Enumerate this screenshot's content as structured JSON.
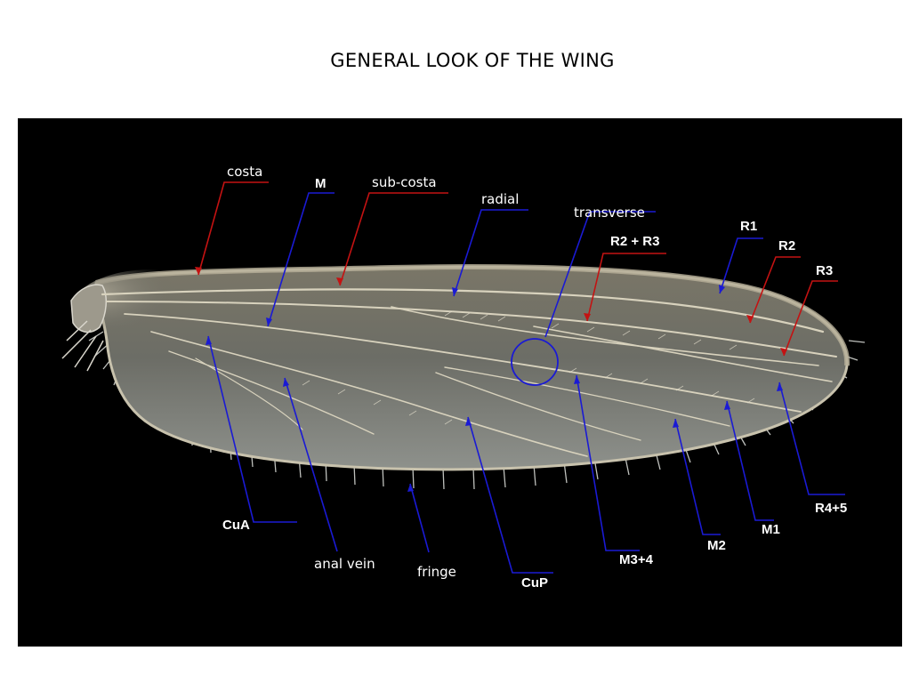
{
  "title": "GENERAL LOOK OF THE WING",
  "colors": {
    "background": "#ffffff",
    "figure_background": "#000000",
    "red_leader": "#c41212",
    "blue_leader": "#1a1ad4",
    "label_text": "#ffffff"
  },
  "labels": {
    "costa": "costa",
    "M": "M",
    "sub_costa": "sub-costa",
    "radial": "radial",
    "transverse": "transverse",
    "R2_R3": "R2 + R3",
    "R1": "R1",
    "R2": "R2",
    "R3": "R3",
    "R4_5": "R4+5",
    "M1": "M1",
    "M2": "M2",
    "M3_4": "M3+4",
    "CuP": "CuP",
    "fringe": "fringe",
    "anal_vein": "anal vein",
    "CuA": "CuA"
  }
}
